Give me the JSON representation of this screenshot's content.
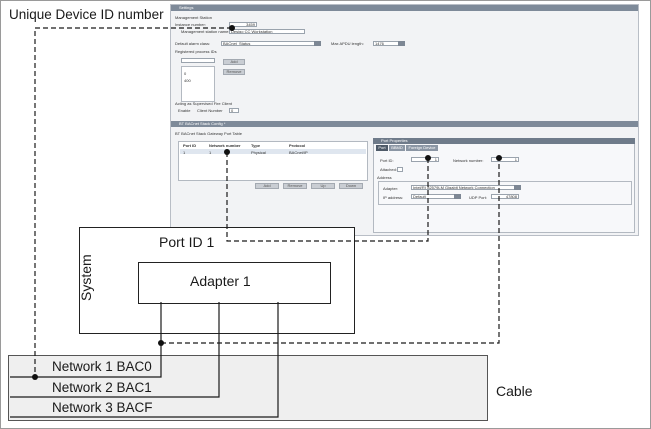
{
  "labels": {
    "unique_device_id": "Unique Device ID number",
    "port_id": "Port ID 1",
    "system": "System",
    "adapter": "Adapter 1",
    "cable": "Cable",
    "networks": [
      "Network 1 BAC0",
      "Network 2 BAC1",
      "Network 3 BACF"
    ]
  },
  "screenshot": {
    "settings_title": "Settings",
    "management_station": "Management Station",
    "instance_number_label": "Instance number:",
    "instance_number_value": "3459",
    "station_name_label": "Management station name:",
    "station_name_value": "Desigo CC Workstation",
    "alarm_class_label": "Default alarm class:",
    "alarm_class_value": "BACnet_Status_",
    "apdu_label": "Max APDU length:",
    "apdu_value": "1476",
    "process_ids_label": "Registered process IDs",
    "process_ids": [
      "0",
      "400"
    ],
    "add_label": "Add",
    "remove_label": "Remove",
    "supervised_label": "Acting as Supervised Fire Client",
    "enable_label": "Enable",
    "client_number_label": "Client Number",
    "client_number_value": "0",
    "stack_title": "BT BACnet Stack Config *",
    "stack_table_title": "BT BACnet Stack Gateway Port Table",
    "columns": [
      "Port ID",
      "Network number",
      "Type",
      "Protocol"
    ],
    "row": [
      "1",
      "1",
      "Physical",
      "BACnet/IP"
    ],
    "stack_buttons": [
      "Add",
      "Remove",
      "Up",
      "Down"
    ],
    "port_props_title": "Port Properties",
    "tabs": [
      "Port",
      "BBMD",
      "Foreign Device"
    ],
    "port_id_label": "Port ID:",
    "port_id_value": "1",
    "network_number_label": "Network number:",
    "network_number_value": "1",
    "attached_label": "Attached:",
    "address_label": "Address",
    "adapter_label": "Adapter:",
    "adapter_value": "Intel(R) 82579LM Gigabit Network Connection",
    "ip_label": "IP address:",
    "ip_value": "Default",
    "udp_label": "UDP Port:",
    "udp_value": "47808"
  }
}
